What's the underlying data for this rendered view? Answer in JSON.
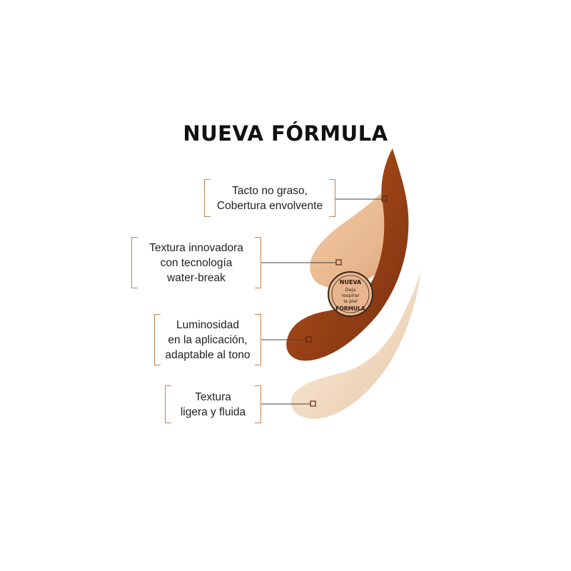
{
  "title": "NUEVA FÓRMULA",
  "callouts": [
    {
      "lines": [
        "Tacto no graso,",
        "Cobertura envolvente"
      ]
    },
    {
      "lines": [
        "Textura innovadora",
        "con tecnología",
        "water-break"
      ]
    },
    {
      "lines": [
        "Luminosidad",
        "en la aplicación,",
        "adaptable al tono"
      ]
    },
    {
      "lines": [
        "Textura",
        "ligera y fluida"
      ]
    }
  ],
  "seal": {
    "top": "NUEVA",
    "center": [
      "Deja",
      "respirar",
      "la piel"
    ],
    "bottom": "FÓRMULA"
  },
  "colors": {
    "bracket": "#c4824f",
    "swatch_dark": "#9a4216",
    "swatch_medium": "#e8b890",
    "swatch_light": "#f2dcc4"
  }
}
